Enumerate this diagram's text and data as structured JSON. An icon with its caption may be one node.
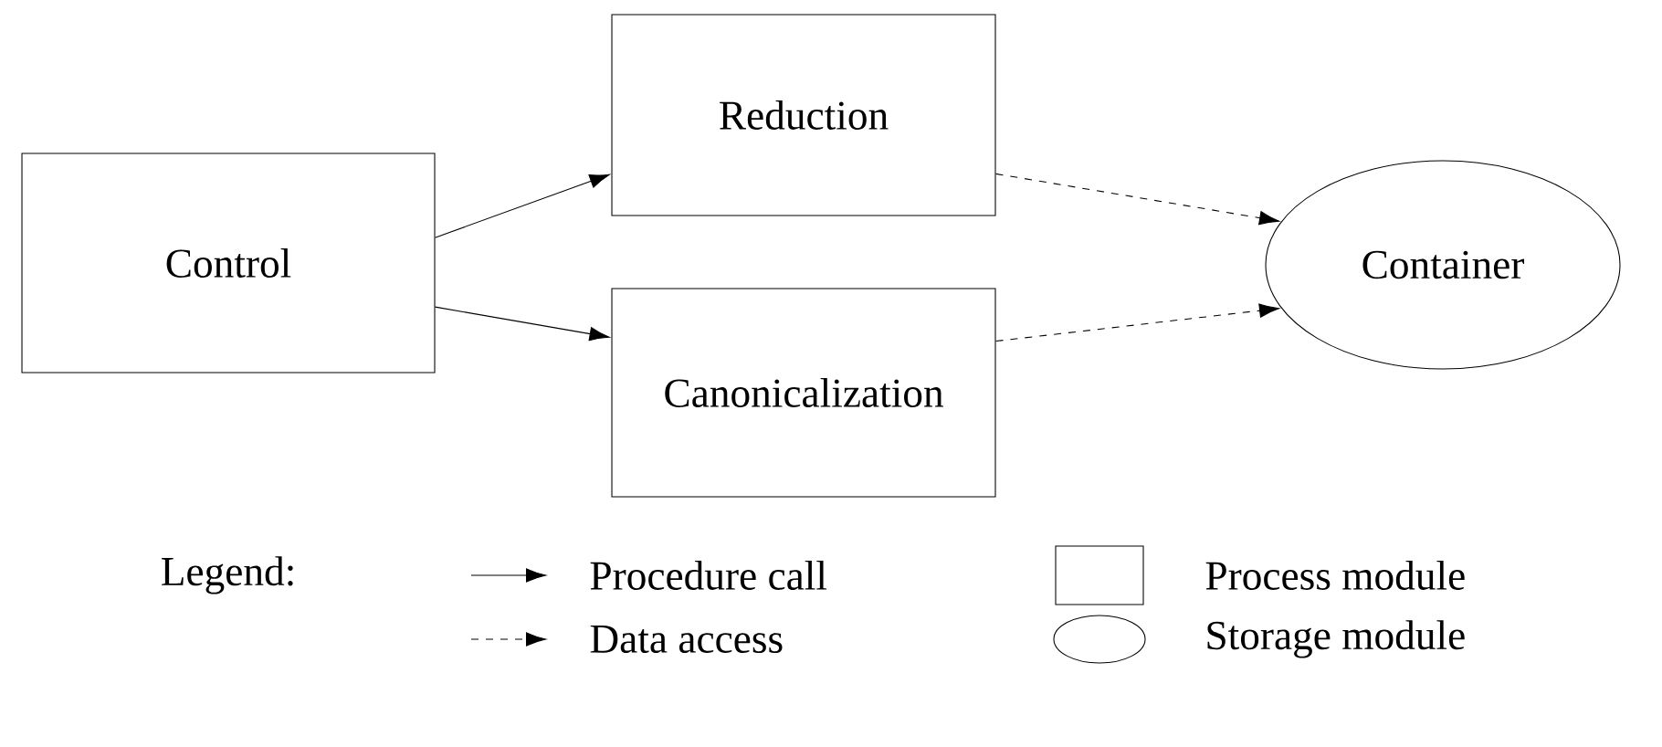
{
  "diagram": {
    "nodes": [
      {
        "text": [
          "Control"
        ]
      },
      {
        "text": [
          "Reduction"
        ]
      },
      {
        "text": [
          "Canonicalization"
        ]
      },
      {
        "text": [
          "Container"
        ]
      }
    ],
    "edges": [
      {
        "from": 0,
        "to": 1,
        "arrow": "to"
      },
      {
        "from": 0,
        "to": 2,
        "arrow": "to"
      },
      {
        "from": 1,
        "to": 3,
        "arrow": "to",
        "style": "dashed"
      },
      {
        "from": 2,
        "to": 3,
        "arrow": "to",
        "style": "dashed"
      }
    ],
    "labels": [
      "Legend:"
    ],
    "legend": [
      {
        "text": "Procedure call"
      },
      {
        "text": "Data access"
      },
      {
        "text": "Process module"
      },
      {
        "text": "Storage module"
      }
    ]
  }
}
